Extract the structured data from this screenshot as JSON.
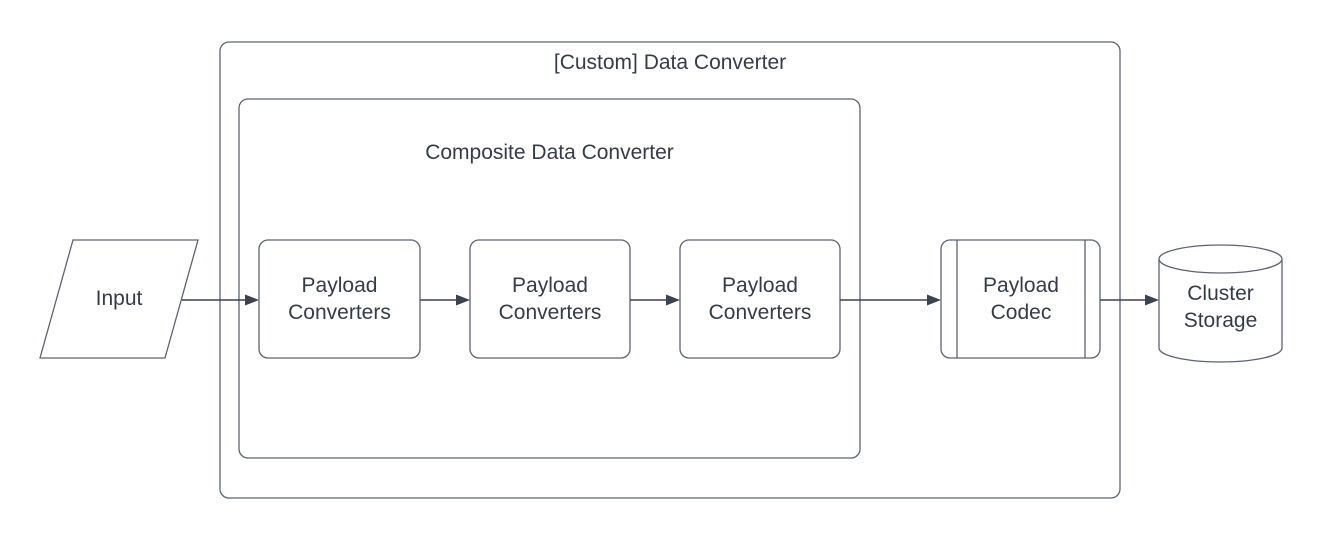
{
  "diagram": {
    "type": "flowchart",
    "containers": {
      "outer": {
        "label": "[Custom] Data Converter"
      },
      "inner": {
        "label": "Composite Data Converter"
      }
    },
    "nodes": {
      "input": {
        "label": "Input",
        "shape": "parallelogram"
      },
      "payload_converters_1": {
        "label": "Payload Converters",
        "shape": "rounded-rectangle"
      },
      "payload_converters_2": {
        "label": "Payload Converters",
        "shape": "rounded-rectangle"
      },
      "payload_converters_3": {
        "label": "Payload Converters",
        "shape": "rounded-rectangle"
      },
      "payload_codec": {
        "label": "Payload Codec",
        "shape": "predefined-process"
      },
      "cluster_storage": {
        "label": "Cluster Storage",
        "shape": "cylinder"
      }
    },
    "edges": [
      {
        "from": "input",
        "to": "payload_converters_1"
      },
      {
        "from": "payload_converters_1",
        "to": "payload_converters_2"
      },
      {
        "from": "payload_converters_2",
        "to": "payload_converters_3"
      },
      {
        "from": "payload_converters_3",
        "to": "payload_codec"
      },
      {
        "from": "payload_codec",
        "to": "cluster_storage"
      }
    ],
    "colors": {
      "background": "#ffffff",
      "shape_stroke": "#5c6370",
      "edge_stroke": "#3b4250",
      "text": "#343b49"
    }
  }
}
